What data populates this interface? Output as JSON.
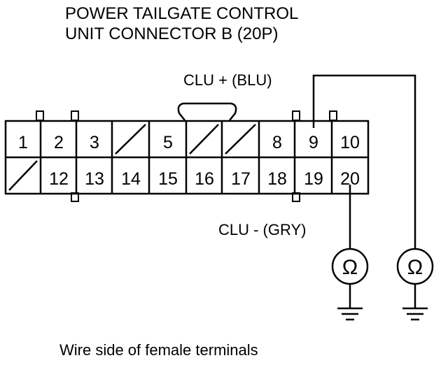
{
  "title": {
    "line1": "POWER TAILGATE CONTROL",
    "line2": "UNIT CONNECTOR B (20P)"
  },
  "connector": {
    "top_row": [
      "1",
      "2",
      "3",
      "",
      "5",
      "",
      "",
      "8",
      "9",
      "10"
    ],
    "bottom_row": [
      "",
      "12",
      "13",
      "14",
      "15",
      "16",
      "17",
      "18",
      "19",
      "20"
    ]
  },
  "wires": {
    "clu_plus": "CLU +  (BLU)",
    "clu_minus": "CLU -  (GRY)"
  },
  "meters": {
    "symbol": "Ω",
    "icon": "ohmmeter-icon",
    "ground_icon": "ground-icon"
  },
  "caption": "Wire side of female terminals"
}
